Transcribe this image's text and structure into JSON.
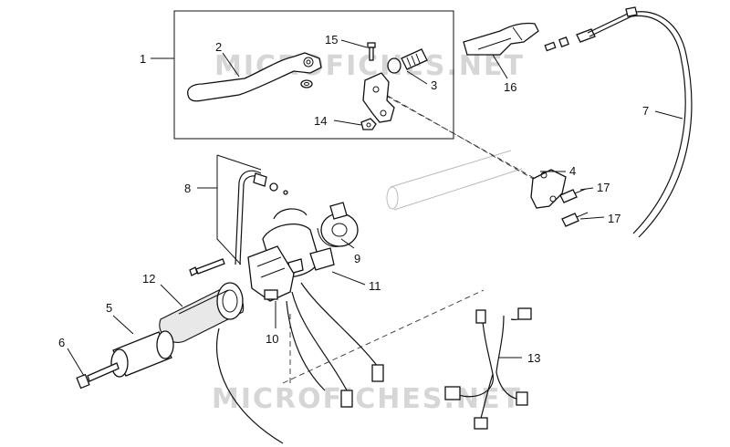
{
  "watermarks": [
    "MICROFICHES.NET",
    "MICROFICHES.NET"
  ],
  "callouts": {
    "c1": "1",
    "c2": "2",
    "c3": "3",
    "c4": "4",
    "c5": "5",
    "c6": "6",
    "c7": "7",
    "c8": "8",
    "c9": "9",
    "c10": "10",
    "c11": "11",
    "c12": "12",
    "c13": "13",
    "c14": "14",
    "c15": "15",
    "c16": "16",
    "c17a": "17",
    "c17b": "17"
  }
}
